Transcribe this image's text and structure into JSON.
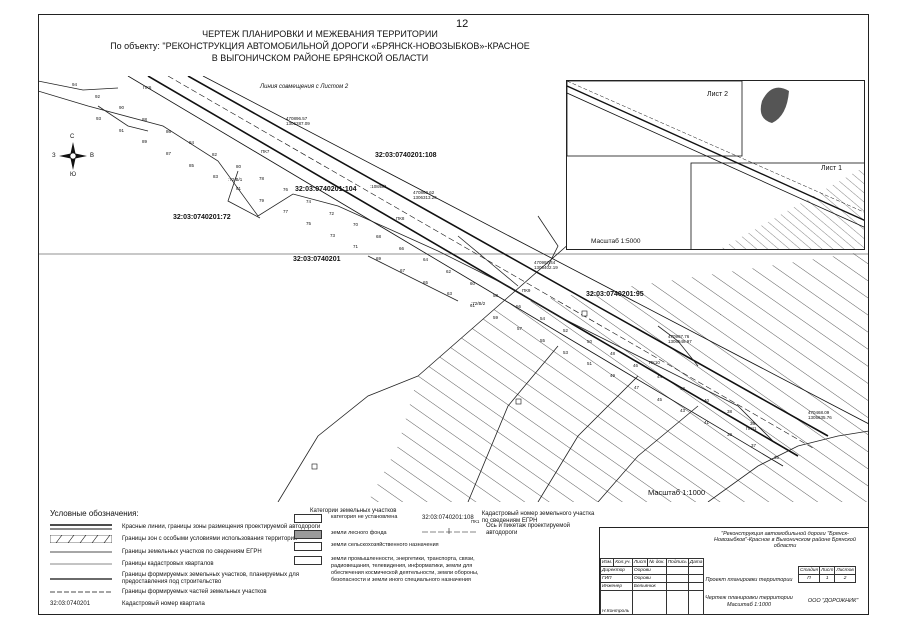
{
  "page_number": "12",
  "title": {
    "line1": "ЧЕРТЕЖ ПЛАНИРОВКИ И МЕЖЕВАНИЯ ТЕРРИТОРИИ",
    "line2": "По объекту: \"РЕКОНСТРУКЦИЯ АВТОМОБИЛЬНОЙ ДОРОГИ «БРЯНСК-НОВОЗЫБКОВ»-КРАСНОЕ",
    "line3": "В ВЫГОНИЧСКОМ РАЙОНЕ БРЯНСКОЙ ОБЛАСТИ"
  },
  "map": {
    "sheet_link_note": "Линия совмещения с Листом 2",
    "compass": {
      "n": "С",
      "s": "Ю",
      "w": "З",
      "e": "В"
    },
    "parcel_labels": [
      "32:03:0740201:108",
      "32:03:0740201:104",
      "32:03:0740201:72",
      "32:03:0740201",
      "32:03:0740201:95"
    ],
    "sub_labels": [
      ":72/В/1",
      ":108/В/1",
      ":72/В/2"
    ],
    "pk_labels": [
      "ПК6",
      "ПК7",
      "ПК8",
      "ПК9",
      "ПК10",
      "ПК11"
    ],
    "coord_labels": [
      [
        "470896.57",
        "1306287.09"
      ],
      [
        "470860.62",
        "1306313.26"
      ],
      [
        "470997.44",
        "1306402.19"
      ],
      [
        "470997.76",
        "1306548.97"
      ],
      [
        "470468.09",
        "1305635.76"
      ]
    ],
    "point_numbers": [
      "94",
      "93",
      "92",
      "91",
      "90",
      "89",
      "88",
      "87",
      "86",
      "85",
      "84",
      "83",
      "82",
      "81",
      "80",
      "79",
      "78",
      "77",
      "76",
      "75",
      "74",
      "73",
      "72",
      "71",
      "70",
      "69",
      "68",
      "67",
      "66",
      "65",
      "64",
      "63",
      "62",
      "61",
      "60",
      "59",
      "58",
      "57",
      "56",
      "55",
      "54",
      "53",
      "52",
      "51",
      "50",
      "49",
      "48",
      "47",
      "46",
      "45",
      "44",
      "43",
      "42",
      "41",
      "40",
      "39",
      "38",
      "37",
      "36",
      "35"
    ],
    "scale_label": "Масштаб 1:1000"
  },
  "inset": {
    "sheet2_label": "Лист 2",
    "sheet1_label": "Лист 1",
    "scale_label": "Масштаб 1:5000"
  },
  "legend": {
    "title": "Условные обозначения:",
    "items": [
      "Красные линии, границы зоны размещения проектируемой автодороги",
      "Границы зон с особыми условиями использования территории",
      "Границы земельных участков по сведениям ЕГРН",
      "Границы кадастровых кварталов",
      "Границы формируемых земельных участков, планируемых для предоставления под строительство",
      "Границы формируемых частей земельных участков"
    ],
    "quarter_number_sample": "32:03:0740201",
    "quarter_number_text": "Кадастровый номер квартала",
    "parcel_number_sample": "32:03:0740201:108",
    "parcel_number_text": "Кадастровый номер земельного участка по сведениям ЕГРН",
    "axis_sample": "ПК1",
    "axis_text": "Ось и пикетаж проектируемой автодороги",
    "categories_title": "Категории земельных участков",
    "categories": [
      {
        "label": "категория не установлена",
        "fill": "#ffffff"
      },
      {
        "label": "земли лесного фонда",
        "fill": "#9a9a9a"
      },
      {
        "label": "земли сельскохозяйственного назначения",
        "fill": "#ffffff"
      },
      {
        "label": "земли промышленности, энергетики, транспорта, связи, радиовещания, телевидения, информатики, земли для обеспечения космической деятельности, земли обороны, безопасности и земли иного специального назначения",
        "fill": "#ffffff"
      }
    ]
  },
  "stamp": {
    "project": "\"Реконструкция автомобильной дороги \"Брянск-Новозыбков\"-Красное в Выгоничском районе Брянской области",
    "cols": [
      "Изм.",
      "Кол.уч.",
      "Лист",
      "№ док.",
      "Подпись",
      "Дата"
    ],
    "roles": [
      {
        "role": "Директор",
        "name": "Оорови"
      },
      {
        "role": "ГИП",
        "name": "Оорови"
      },
      {
        "role": "Инженер",
        "name": "Бельянюк"
      },
      {
        "role": "Н.Контроль",
        "name": ""
      }
    ],
    "doc_title": "Проект планировки территории",
    "stage_head": "Стадия",
    "sheet_head": "Лист",
    "sheets_head": "Листов",
    "stage": "П",
    "sheet": "1",
    "sheets": "2",
    "drawing_title": "Чертеж планировки территории",
    "drawing_scale": "Масштаб 1:1000",
    "company": "ООО \"ДОРОЖНИК\""
  }
}
